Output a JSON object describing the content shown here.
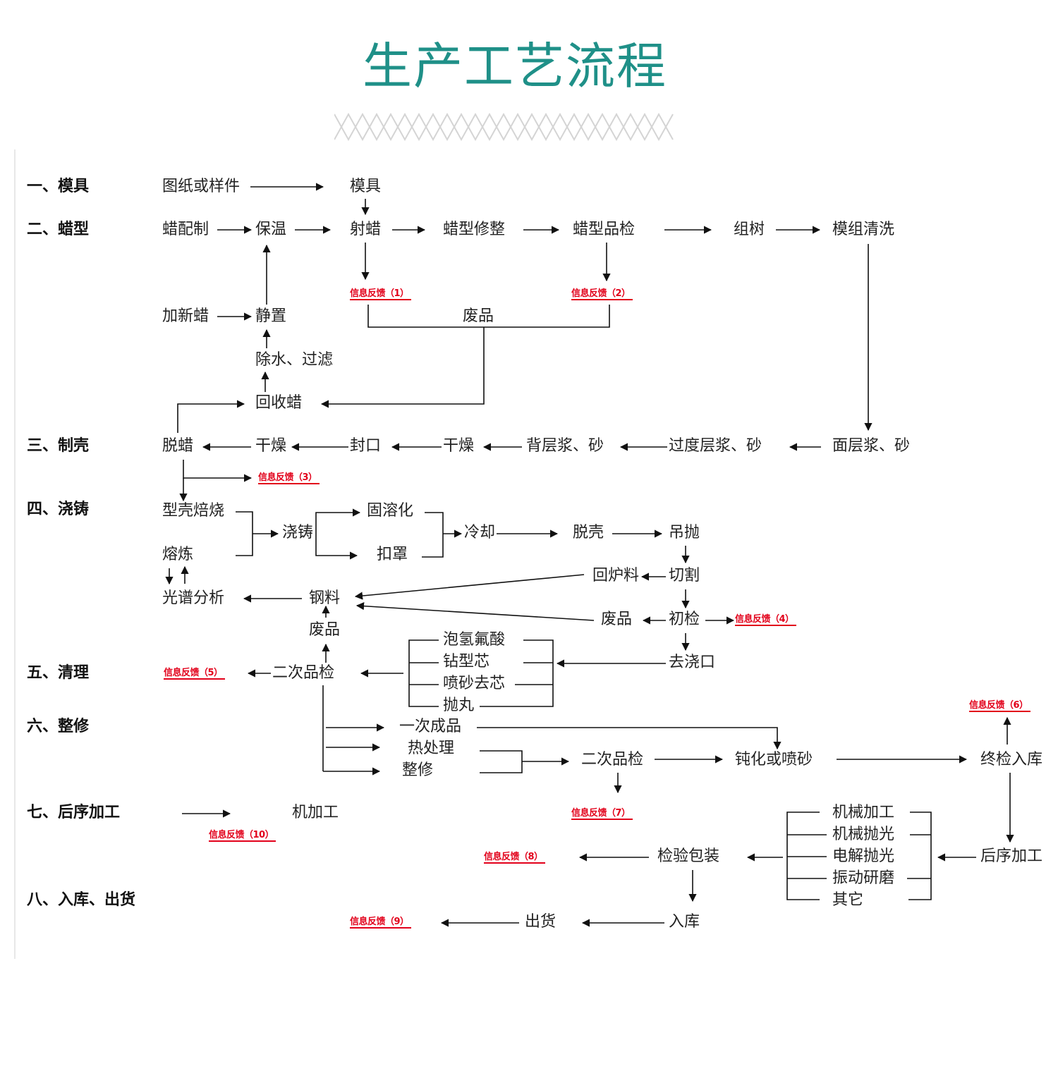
{
  "title": "生产工艺流程",
  "stages": {
    "s1": "一、模具",
    "s2": "二、蜡型",
    "s3": "三、制壳",
    "s4": "四、浇铸",
    "s5": "五、清理",
    "s6": "六、整修",
    "s7": "七、后序加工",
    "s8": "八、入库、出货"
  },
  "nodes": {
    "tuzhi": "图纸或样件",
    "moju": "模具",
    "lapeizhi": "蜡配制",
    "baowen": "保温",
    "shela": "射蜡",
    "laxingxiuzheng": "蜡型修整",
    "laxingpinjian": "蜡型品检",
    "zushu": "组树",
    "mozuqingxi": "模组清洗",
    "jiaxinla": "加新蜡",
    "jingzhi": "静置",
    "feipin1": "废品",
    "chushui": "除水、过滤",
    "huishoula": "回收蜡",
    "tuola": "脱蜡",
    "ganzao1": "干燥",
    "fengkou": "封口",
    "ganzao2": "干燥",
    "beiceng": "背层浆、砂",
    "guodu": "过度层浆、砂",
    "mianceng": "面层浆、砂",
    "xingke": "型壳焙烧",
    "jiaozhu": "浇铸",
    "gurong": "固溶化",
    "kouzhao": "扣罩",
    "lengque": "冷却",
    "tuoke": "脱壳",
    "diaopao": "吊抛",
    "ronglian": "熔炼",
    "guangpu": "光谱分析",
    "gangliao": "钢料",
    "huilu": "回炉料",
    "qiege": "切割",
    "feipin2": "废品",
    "chujian": "初检",
    "feipin3": "废品",
    "paoqing": "泡氢氟酸",
    "zuanxing": "钻型芯",
    "pensha": "喷砂去芯",
    "paowan": "抛丸",
    "qujiaokou": "去浇口",
    "ercipinjian1": "二次品检",
    "yici": "一次成品",
    "rechuli": "热处理",
    "zhengxiu": "整修",
    "ercipinjian2": "二次品检",
    "dunhua": "钝化或喷砂",
    "zhongjian": "终检入库",
    "jijiagong": "机加工",
    "jixiejiagong": "机械加工",
    "jixiepaoguang": "机械抛光",
    "dianjie": "电解抛光",
    "zhendong": "振动研磨",
    "qita": "其它",
    "houxu": "后序加工",
    "jianyan": "检验包装",
    "ruku": "入库",
    "chuhuo": "出货"
  },
  "feedback": {
    "fb1": "信息反馈（1）",
    "fb2": "信息反馈（2）",
    "fb3": "信息反馈（3）",
    "fb4": "信息反馈（4）",
    "fb5": "信息反馈（5）",
    "fb6": "信息反馈（6）",
    "fb7": "信息反馈（7）",
    "fb8": "信息反馈（8）",
    "fb9": "信息反馈（9）",
    "fb10": "信息反馈（10）"
  },
  "colors": {
    "title": "#1f9088",
    "feedback": "#e2001a",
    "line": "#111111"
  }
}
